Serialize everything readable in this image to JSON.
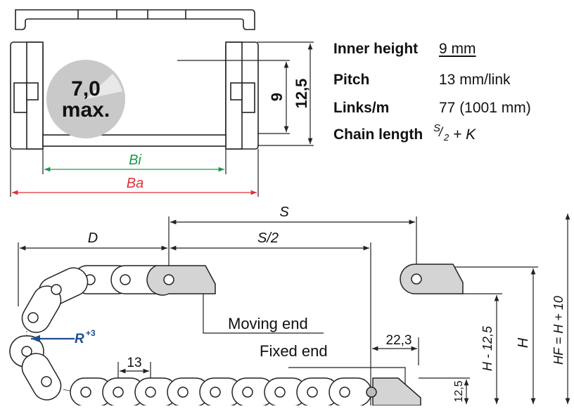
{
  "specs": {
    "inner_height_label": "Inner height",
    "inner_height_value": "9 mm",
    "pitch_label": "Pitch",
    "pitch_value": "13 mm/link",
    "links_label": "Links/m",
    "links_value": "77 (1001 mm)",
    "chain_length_label": "Chain length",
    "chain_length_s": "S",
    "chain_length_2": "2",
    "chain_length_rest": "+ K"
  },
  "cross_section": {
    "max_badge_line1": "7,0",
    "max_badge_line2": "max.",
    "dim_inner": "9",
    "dim_outer": "12,5",
    "dim_bi": "Bi",
    "dim_ba": "Ba"
  },
  "side_view": {
    "dim_s": "S",
    "dim_d": "D",
    "dim_s_half": "S/2",
    "moving_end": "Moving end",
    "fixed_end": "Fixed end",
    "dim_22_3": "22,3",
    "dim_13": "13",
    "dim_12_5": "12,5",
    "radius_r": "R",
    "radius_tol": "+3",
    "dim_h_minus": "H - 12,5",
    "dim_h": "H",
    "dim_hf": "HF = H + 10"
  },
  "colors": {
    "bi_line": "#1a9a4a",
    "ba_line": "#e0303a",
    "radius_arrow": "#1f4e8c",
    "badge_fill": "#c9c9c9",
    "part_fill": "#d4d4d4"
  }
}
